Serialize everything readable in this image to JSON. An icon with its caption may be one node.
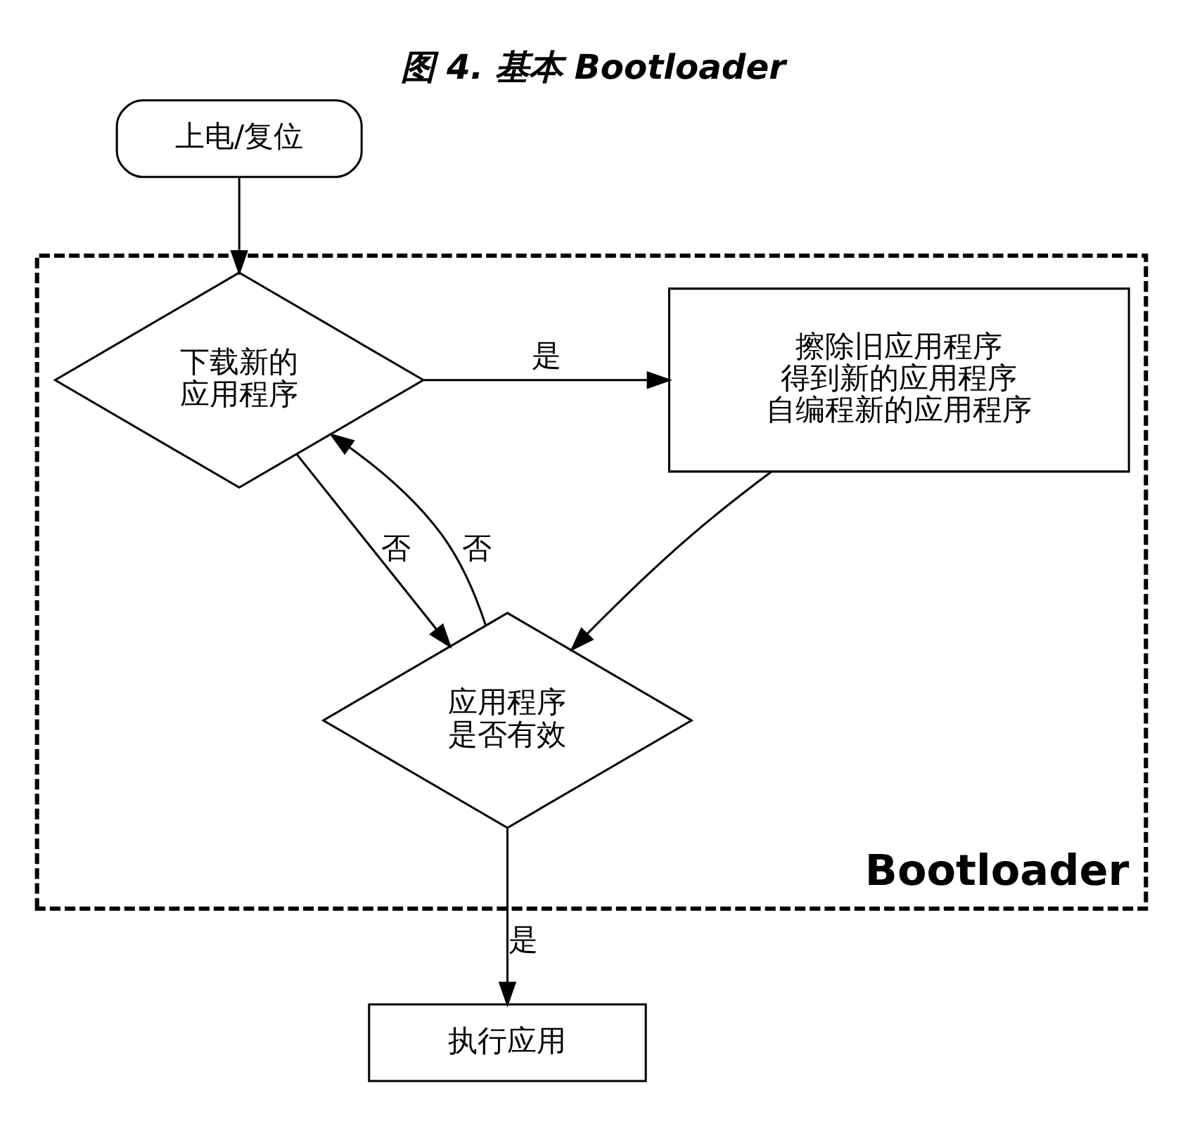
{
  "diagram": {
    "title": "图 4. 基本 Bootloader",
    "nodes": [
      {
        "text": [
          "Bootloader"
        ]
      },
      {
        "text": [
          "上电/复位"
        ]
      },
      {
        "text": [
          "下载新的应用程序"
        ],
        "in": 0
      },
      {
        "text": [
          "擦除旧应用程序",
          "得到新的应用程序",
          "自编程新的应用程序"
        ],
        "in": 0
      },
      {
        "text": [
          "应用程序是否有效"
        ],
        "in": 0
      },
      {
        "text": [
          "执行应用"
        ]
      }
    ],
    "edges": [
      {
        "from": 1,
        "to": 2,
        "arrow": "to"
      },
      {
        "from": 2,
        "to": 3,
        "arrow": "to",
        "label": "是"
      },
      {
        "from": 2,
        "to": 4,
        "arrow": "to",
        "label": "否"
      },
      {
        "from": 3,
        "to": 4,
        "arrow": "to"
      },
      {
        "from": 4,
        "to": 2,
        "arrow": "to",
        "label": "否"
      },
      {
        "from": 4,
        "to": 5,
        "arrow": "to",
        "label": "是"
      }
    ]
  }
}
